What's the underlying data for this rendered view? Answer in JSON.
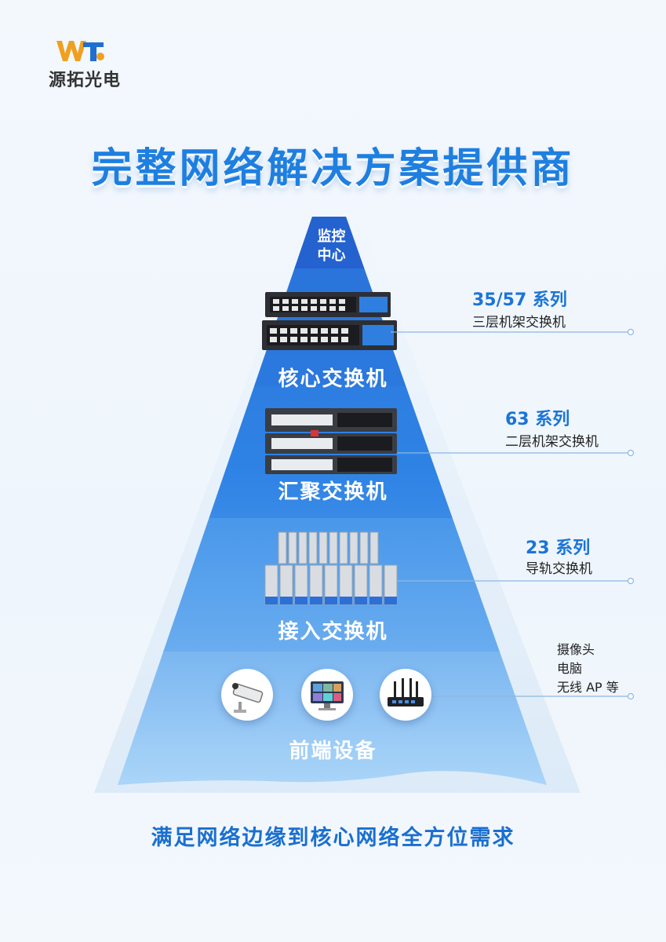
{
  "logo": {
    "mark": "WT",
    "name": "源拓光电"
  },
  "headline": "完整网络解决方案提供商",
  "pyramid": {
    "apex": {
      "line1": "监控",
      "line2": "中心"
    },
    "tiers": {
      "core": "核心交换机",
      "aggregation": "汇聚交换机",
      "access": "接入交换机",
      "frontend": "前端设备"
    }
  },
  "callouts": {
    "core": {
      "title": "35/57 系列",
      "subtitle": "三层机架交换机"
    },
    "aggregation": {
      "title": "63 系列",
      "subtitle": "二层机架交换机"
    },
    "access": {
      "title": "23 系列",
      "subtitle": "导轨交换机"
    },
    "devices": {
      "line1": "摄像头",
      "line2": "电脑",
      "line3": "无线 AP 等"
    }
  },
  "icons": {
    "camera": "surveillance-camera-icon",
    "computer": "monitor-icon",
    "router": "wireless-router-icon"
  },
  "footer": "满足网络边缘到核心网络全方位需求",
  "colors": {
    "primary": "#1e7fe0",
    "pyramid_top": "#2b74dc",
    "pyramid_bottom": "#8fc7f6",
    "callout_title": "#1a74d8"
  }
}
